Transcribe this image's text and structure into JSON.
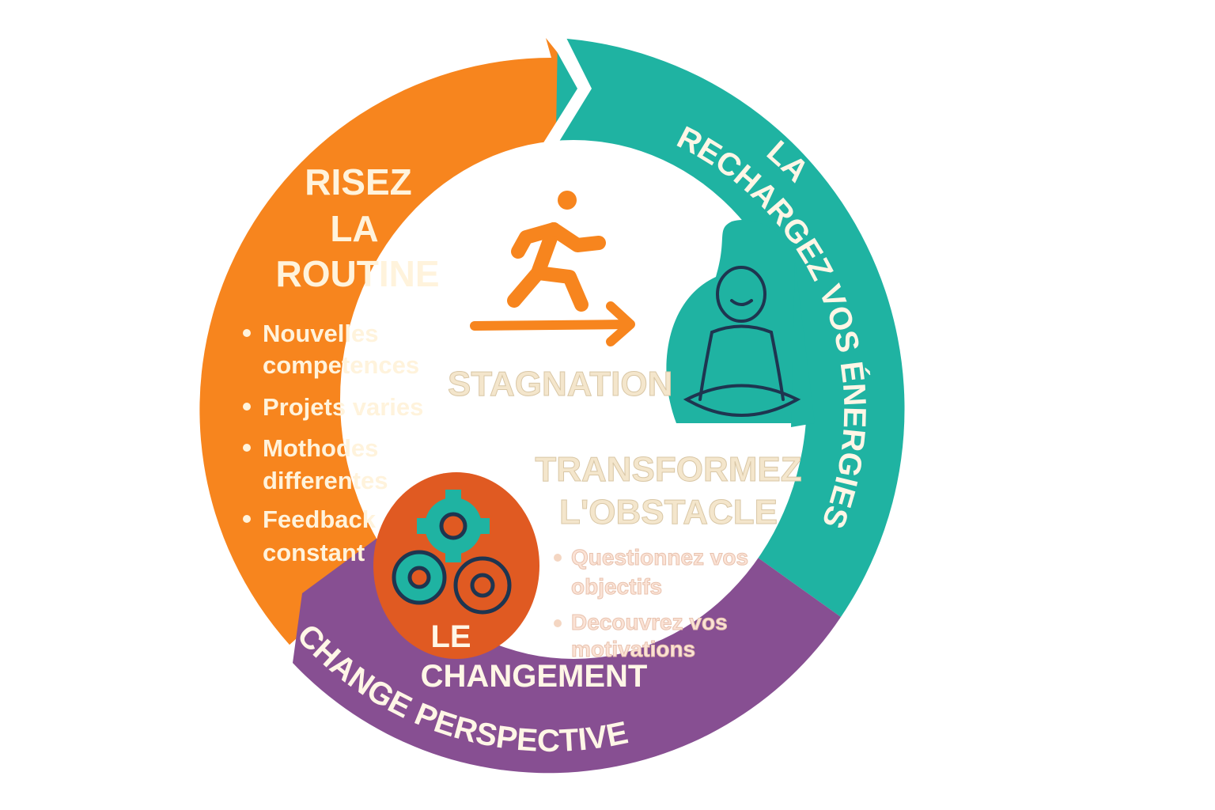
{
  "colors": {
    "orange": "#F7851E",
    "teal": "#1FB3A2",
    "purple": "#874F92",
    "gear_bg": "#E05A22",
    "cream": "#FFF3DC",
    "navy": "#1E3550"
  },
  "orange_section": {
    "title_lines": [
      "RISEZ",
      "LA",
      "ROUTINE"
    ],
    "bullets": [
      {
        "lines": [
          "Nouvelles",
          "competences"
        ]
      },
      {
        "lines": [
          "Projets varies"
        ]
      },
      {
        "lines": [
          "Mothodes",
          "differentes"
        ]
      },
      {
        "lines": [
          "Feedback",
          "constant"
        ]
      }
    ]
  },
  "center": {
    "label": "STAGNATION"
  },
  "teal_section": {
    "line1": "LA",
    "line2": "RECHARGEZ VOS ÉNERGIES"
  },
  "obstacle_section": {
    "title_lines": [
      "TRANSFORMEZ",
      "L'OBSTACLE"
    ],
    "bullets": [
      {
        "lines": [
          "Questionnez vos",
          "objectifs"
        ]
      },
      {
        "lines": [
          "Decouvrez vos",
          "motivations"
        ]
      }
    ]
  },
  "purple_section": {
    "line1": "LE",
    "line2": "CHANGEMENT",
    "arc_text": "CHANGE PERSPECTIVE"
  },
  "icons": [
    "runner-icon",
    "arrow-right-icon",
    "meditation-icon",
    "gears-icon"
  ]
}
